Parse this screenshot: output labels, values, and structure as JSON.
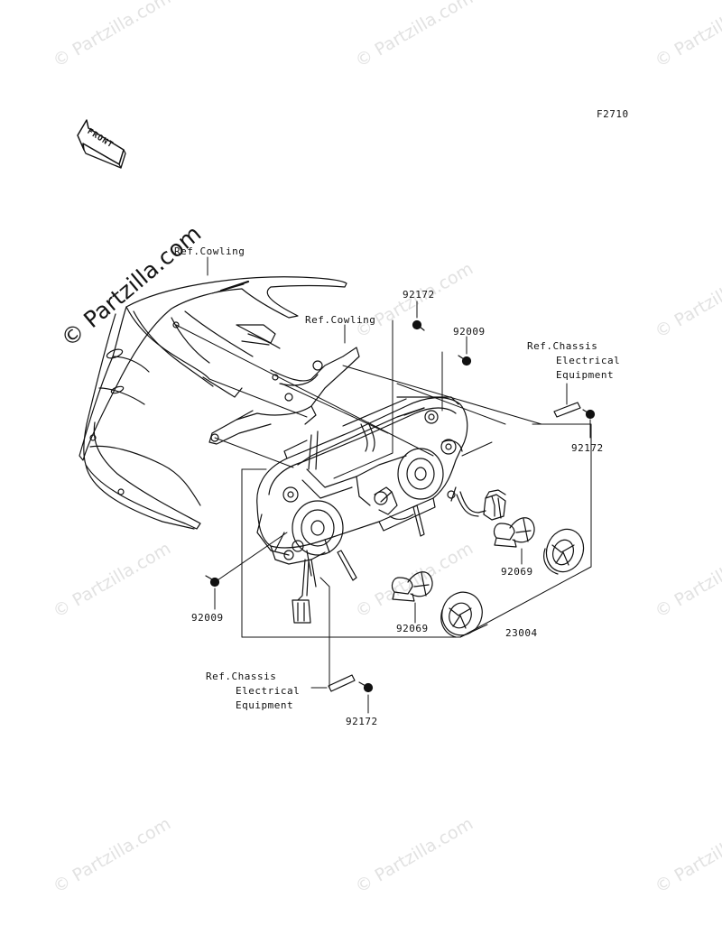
{
  "figure_code": "F2710",
  "front_label": "FRONT",
  "watermark_text": "© Partzilla.com",
  "labels": {
    "ref_cowling_top": "Ref.Cowling",
    "ref_cowling_mid": "Ref.Cowling",
    "ref_chassis_right": [
      "Ref.Chassis",
      "Electrical",
      "Equipment"
    ],
    "ref_chassis_bottom": [
      "Ref.Chassis",
      "Electrical",
      "Equipment"
    ],
    "part_92172_top": "92172",
    "part_92009_top": "92009",
    "part_92172_right": "92172",
    "part_92009_left": "92009",
    "part_92069_right": "92069",
    "part_92069_left": "92069",
    "part_23004": "23004",
    "part_92172_bottom": "92172"
  },
  "colors": {
    "line": "#111111",
    "watermark": "#e2e2e2",
    "background": "#ffffff"
  }
}
